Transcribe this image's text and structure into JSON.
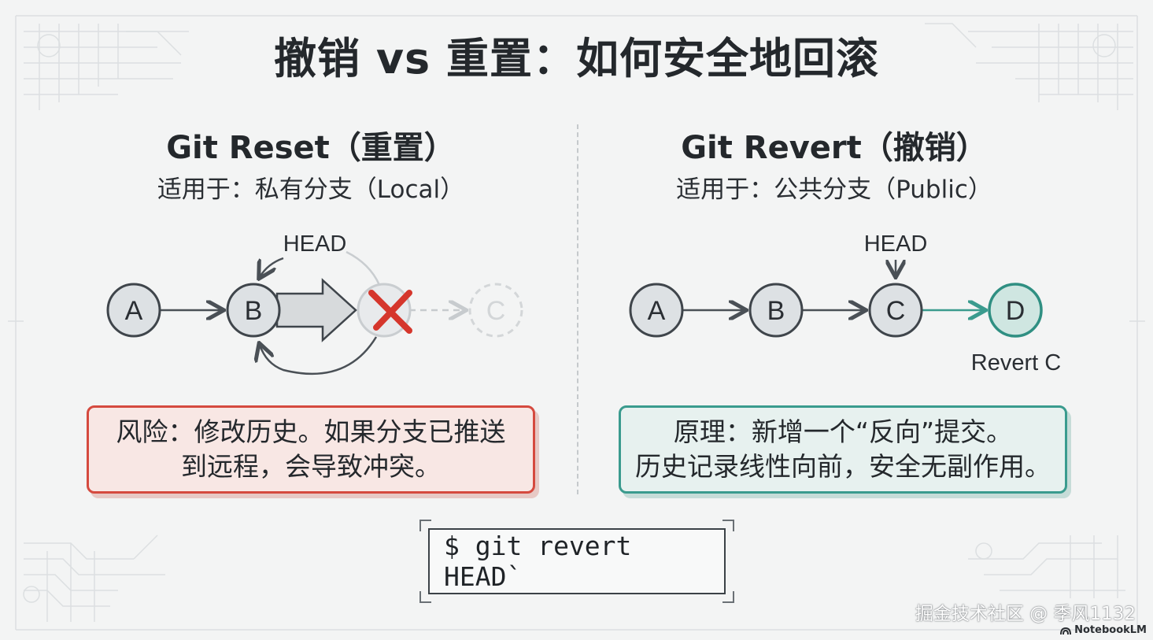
{
  "title": "撤销 vs 重置：如何安全地回滚",
  "left_panel": {
    "title": "Git Reset（重置）",
    "subtitle": "适用于：私有分支（Local）",
    "head_label": "HEAD",
    "nodes": [
      "A",
      "B",
      "C"
    ],
    "note_line1": "风险：修改历史。如果分支已推送",
    "note_line2": "到远程，会导致冲突。",
    "accent": "#d54a3f"
  },
  "right_panel": {
    "title": "Git Revert（撤销）",
    "subtitle": "适用于：公共分支（Public）",
    "head_label": "HEAD",
    "nodes": [
      "A",
      "B",
      "C",
      "D"
    ],
    "revert_label": "Revert C",
    "note_line1": "原理：新增一个“反向”提交。",
    "note_line2": "历史记录线性向前，安全无副作用。",
    "accent": "#3a9b8e"
  },
  "command": "$ git revert HEAD`",
  "watermark": "掘金技术社区 @ 季风1132",
  "brand": "NotebookLM"
}
